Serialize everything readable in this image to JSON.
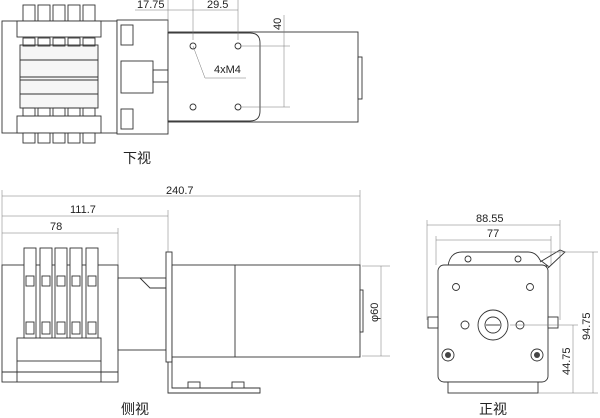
{
  "views": {
    "bottom": {
      "label": "下视",
      "dims": {
        "d1": "17.75",
        "d2": "29.5",
        "d3": "40",
        "holes": "4xM4"
      }
    },
    "side": {
      "label": "侧视",
      "dims": {
        "total": "240.7",
        "head_adapter": "111.7",
        "head": "78",
        "diameter": "φ60"
      }
    },
    "front": {
      "label": "正视",
      "dims": {
        "outer_width": "88.55",
        "inner_width": "77",
        "height": "94.75",
        "shaft_height": "44.75"
      }
    }
  }
}
